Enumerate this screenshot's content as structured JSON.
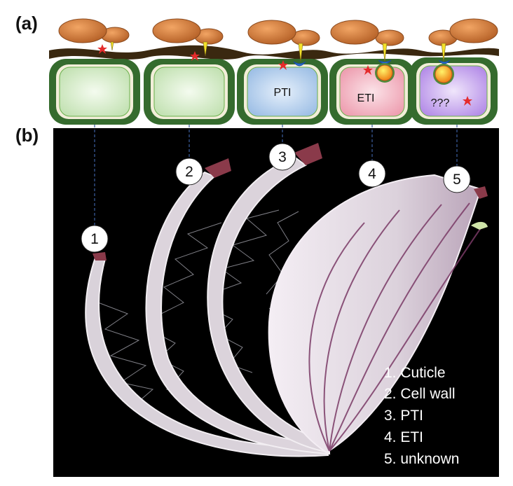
{
  "panels": {
    "a": "(a)",
    "b": "(b)"
  },
  "cells": [
    {
      "id": 1,
      "label": "",
      "fill": "#cfe8c4"
    },
    {
      "id": 2,
      "label": "",
      "fill": "#cfe8c4"
    },
    {
      "id": 3,
      "label": "PTI",
      "fill": "#bcd3ee"
    },
    {
      "id": 4,
      "label": "ETI",
      "fill": "#f0b8c4"
    },
    {
      "id": 5,
      "label": "???",
      "fill": "#c6a6ee"
    }
  ],
  "markers": [
    "1",
    "2",
    "3",
    "4",
    "5"
  ],
  "legend": [
    "1.   Cuticle",
    "2.   Cell wall",
    "3.   PTI",
    "4.   ETI",
    "5.   unknown"
  ],
  "colors": {
    "cell_border": "#356b2e",
    "cuticle": "#3a2810",
    "spore": "#cc7a3a",
    "star": "#e42b2b",
    "receptor": "#2a6fd6",
    "hypha": "#f3e12a",
    "photo_bg": "#000000",
    "onion": "#e6dde6"
  },
  "icons": [
    "star-icon",
    "spore-icon",
    "receptor-icon",
    "haustorium-icon"
  ]
}
